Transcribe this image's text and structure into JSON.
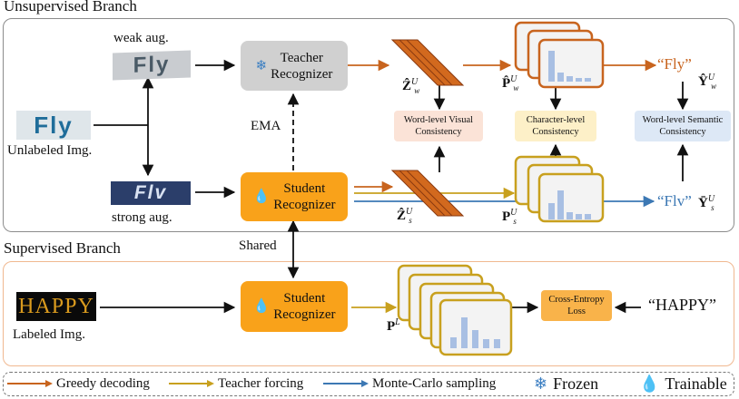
{
  "unsupervised": {
    "title": "Unsupervised Branch",
    "weak_aug": "weak aug.",
    "strong_aug": "strong aug.",
    "unlabeled": "Unlabeled Img.",
    "teacher": "Teacher\nRecognizer",
    "student": "Student\nRecognizer",
    "ema": "EMA",
    "z_w": "Ẑ",
    "z_w_sup": "U",
    "z_w_sub": "w",
    "z_s": "Ẑ",
    "z_s_sup": "U",
    "z_s_sub": "s",
    "p_w": "P̂",
    "p_w_sup": "U",
    "p_w_sub": "w",
    "p_s": "P",
    "p_s_sup": "U",
    "p_s_sub": "s",
    "word_visual": "Word-level Visual\nConsistency",
    "char_level": "Character-level\nConsistency",
    "word_semantic": "Word-level Semantic\nConsistency",
    "fly_w": "“Fly”",
    "fly_s": "“Flv”",
    "y_w": "Ŷ",
    "y_w_sup": "U",
    "y_w_sub": "w",
    "y_s": "Ȳ",
    "y_s_sup": "U",
    "y_s_sub": "s",
    "thumb_text_w": "Fly",
    "thumb_text_u": "Fly",
    "thumb_text_s": "Flv"
  },
  "shared": "Shared",
  "supervised": {
    "title": "Supervised Branch",
    "labeled": "Labeled Img.",
    "student": "Student\nRecognizer",
    "p_l": "P",
    "p_l_sup": "L",
    "cross_entropy": "Cross-Entropy\nLoss",
    "happy_label": "“HAPPY”",
    "thumb_text": "HAPPY"
  },
  "legend": {
    "greedy": "Greedy decoding",
    "teacher_forcing": "Teacher forcing",
    "monte_carlo": "Monte-Carlo sampling",
    "frozen": "Frozen",
    "trainable": "Trainable"
  },
  "colors": {
    "orange_arrow": "#c8641e",
    "gold_arrow": "#c8a01e",
    "blue_arrow": "#3c78b4",
    "teacher_box": "#d0d0d0",
    "student_box": "#f9a21a",
    "fly_orange": "#c8641e",
    "fly_blue": "#3c78b4"
  },
  "icons": {
    "frozen": "snowflake-icon",
    "trainable": "flame-icon"
  }
}
